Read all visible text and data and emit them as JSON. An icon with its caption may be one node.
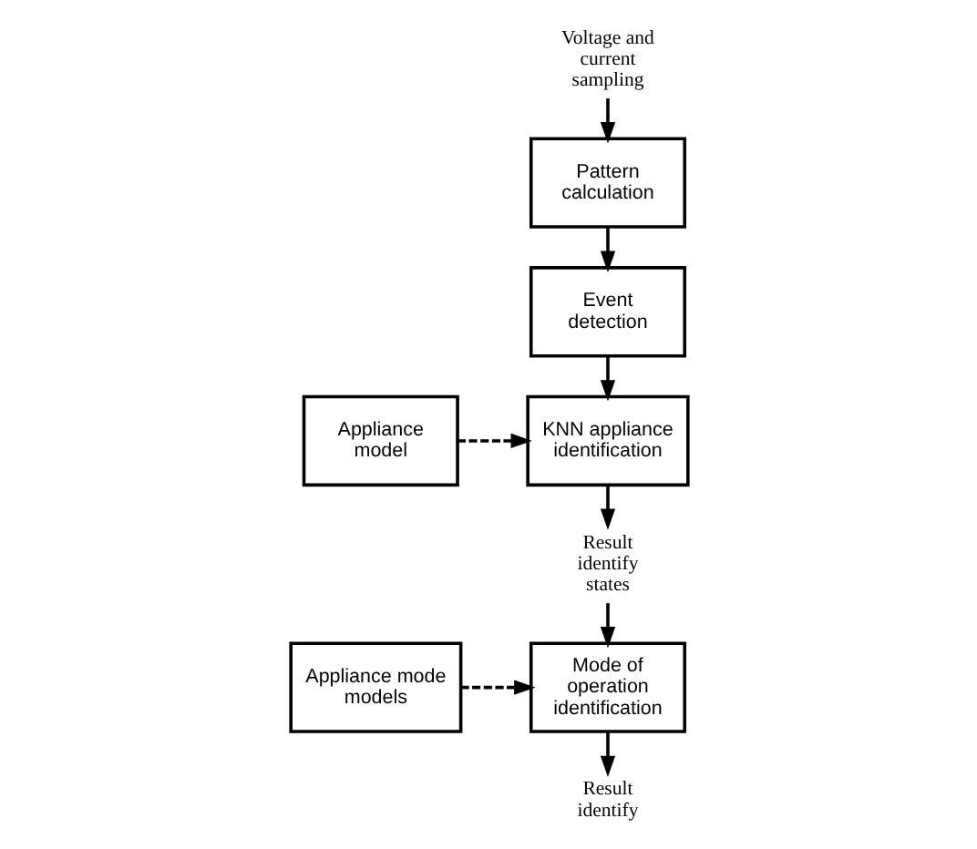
{
  "diagram": {
    "nodes": [
      {
        "text": [
          "Voltage and current sampling"
        ]
      },
      {
        "text": [
          "Pattern calculation"
        ]
      },
      {
        "text": [
          "Event detection"
        ]
      },
      {
        "text": [
          "KNN appliance identification"
        ]
      },
      {
        "text": [
          "Appliance model"
        ]
      },
      {
        "text": [
          "Result identify states"
        ]
      },
      {
        "text": [
          "Mode of operation identification"
        ]
      },
      {
        "text": [
          "Appliance mode models"
        ]
      },
      {
        "text": [
          "Result identify"
        ]
      }
    ],
    "edges": [
      {
        "from": 0,
        "to": 1,
        "arrow": "to"
      },
      {
        "from": 1,
        "to": 2,
        "arrow": "to"
      },
      {
        "from": 2,
        "to": 3,
        "arrow": "to"
      },
      {
        "from": 4,
        "to": 3,
        "arrow": "to",
        "style": "dashed"
      },
      {
        "from": 3,
        "to": 5,
        "arrow": "to"
      },
      {
        "from": 5,
        "to": 6,
        "arrow": "to"
      },
      {
        "from": 7,
        "to": 6,
        "arrow": "to",
        "style": "dashed"
      },
      {
        "from": 6,
        "to": 8,
        "arrow": "to"
      }
    ]
  }
}
